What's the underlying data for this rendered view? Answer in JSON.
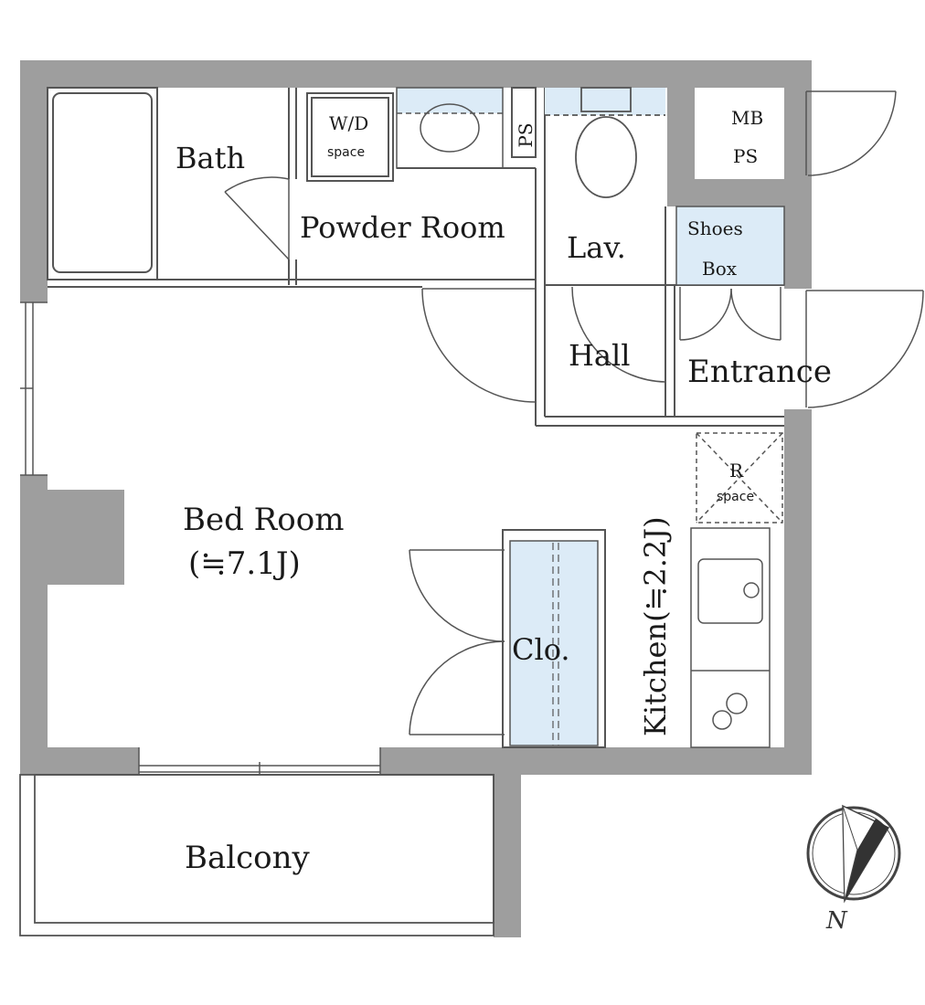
{
  "colors": {
    "wall": "#9e9e9e",
    "fixture_fill": "#dcebf7",
    "line": "#555555",
    "text": "#1a1a1a"
  },
  "rooms": {
    "bath": "Bath",
    "wd": "W/D",
    "wd_space": "space",
    "ps_small": "PS",
    "mb": "MB",
    "mb_ps": "PS",
    "powder_room": "Powder Room",
    "lav": "Lav.",
    "shoes": "Shoes",
    "box": "Box",
    "hall": "Hall",
    "entrance": "Entrance",
    "r": "R",
    "r_space": "space",
    "bed_room": "Bed Room",
    "bed_room_area": "(≒7.1J)",
    "closet": "Clo.",
    "kitchen": "Kitchen(≒2.2J)",
    "balcony": "Balcony"
  },
  "compass": {
    "north_label": "N",
    "icon": "compass-icon"
  }
}
